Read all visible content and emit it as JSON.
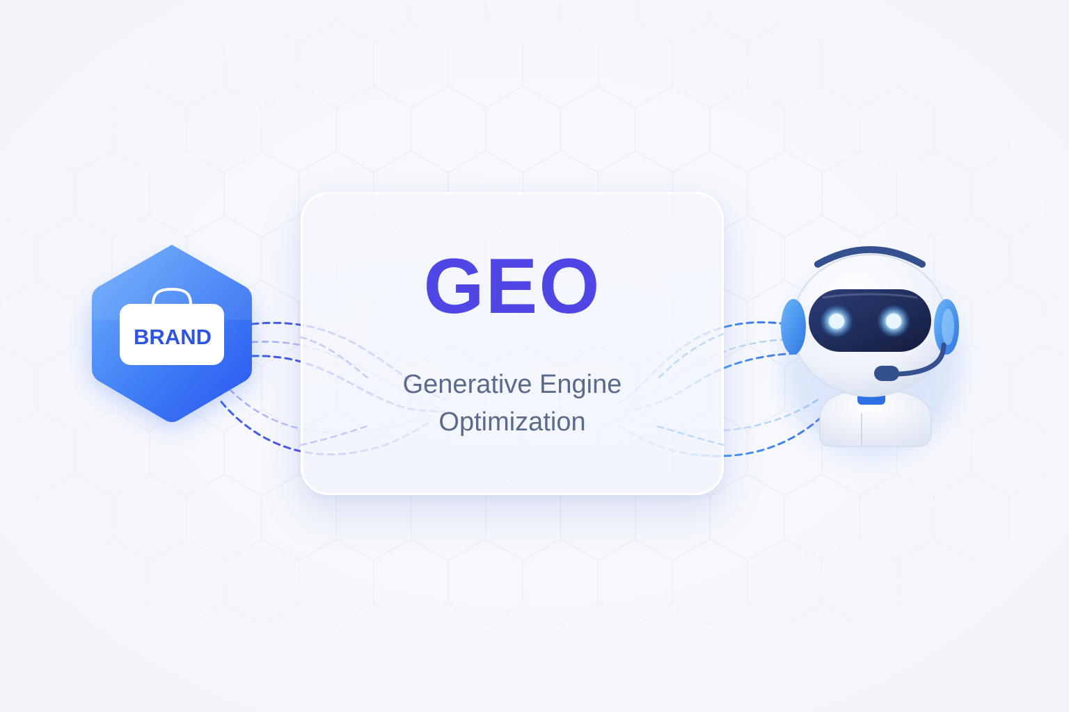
{
  "title": "GEO",
  "subtitle_line1": "Generative Engine",
  "subtitle_line2": "Optimization",
  "brand_label": "BRAND",
  "colors": {
    "accent": "#4f46e5",
    "brand_blue": "#3b6ff5",
    "robot_cyan": "#4aa8f5",
    "subtitle": "#5b6a8a",
    "background": "#f6f8fc"
  },
  "icons": {
    "left": "brand-shopping-bag-hexagon-icon",
    "right": "robot-with-headset-icon"
  }
}
